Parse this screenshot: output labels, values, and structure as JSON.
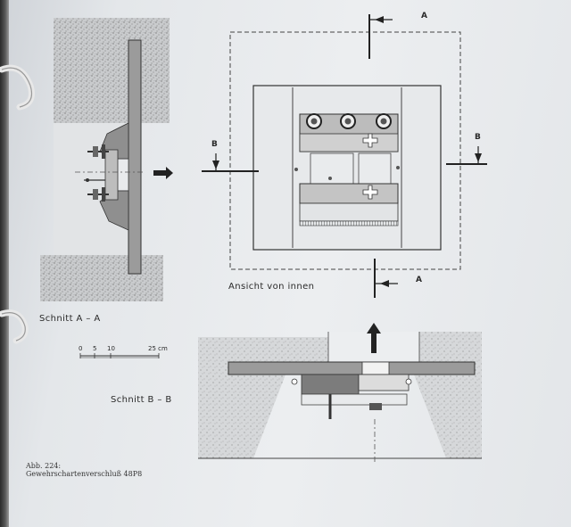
{
  "labels": {
    "section_aa": "Schnitt  A – A",
    "section_bb": "Schnitt  B – B",
    "view_inside": "Ansicht von innen",
    "marker_a": "A",
    "marker_b": "B",
    "scale_ticks": [
      "0",
      "5",
      "10",
      "25 cm"
    ]
  },
  "caption": {
    "line1": "Abb. 224:",
    "line2": "Gewehrschartenverschluß 48P8"
  }
}
